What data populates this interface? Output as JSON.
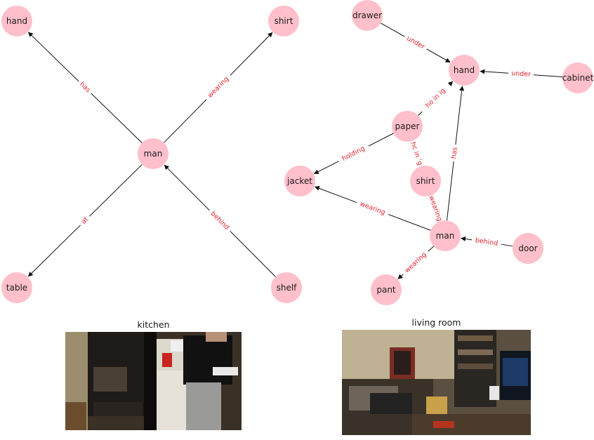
{
  "graph_left": {
    "nodes": [
      {
        "id": "hand",
        "label": "hand"
      },
      {
        "id": "shirt",
        "label": "shirt"
      },
      {
        "id": "man",
        "label": "man"
      },
      {
        "id": "table",
        "label": "table"
      },
      {
        "id": "shelf",
        "label": "shelf"
      }
    ],
    "edges": [
      {
        "from": "man",
        "to": "hand",
        "label": "has"
      },
      {
        "from": "man",
        "to": "shirt",
        "label": "wearing"
      },
      {
        "from": "man",
        "to": "table",
        "label": "at"
      },
      {
        "from": "shelf",
        "to": "man",
        "label": "behind"
      }
    ]
  },
  "graph_right": {
    "nodes": [
      {
        "id": "drawer",
        "label": "drawer"
      },
      {
        "id": "hand",
        "label": "hand"
      },
      {
        "id": "cabinet",
        "label": "cabinet"
      },
      {
        "id": "paper",
        "label": "paper"
      },
      {
        "id": "jacket",
        "label": "jacket"
      },
      {
        "id": "shirt",
        "label": "shirt"
      },
      {
        "id": "man",
        "label": "man"
      },
      {
        "id": "door",
        "label": "door"
      },
      {
        "id": "pant",
        "label": "pant"
      }
    ],
    "edges": [
      {
        "from": "drawer",
        "to": "hand",
        "label": "under"
      },
      {
        "from": "cabinet",
        "to": "hand",
        "label": "under"
      },
      {
        "from": "paper",
        "to": "hand",
        "label": "ho in ig"
      },
      {
        "from": "paper",
        "to": "jacket",
        "label": "holding"
      },
      {
        "from": "paper",
        "to": "shirt",
        "label": "hc in 'g"
      },
      {
        "from": "man",
        "to": "hand",
        "label": "has"
      },
      {
        "from": "man",
        "to": "jacket",
        "label": "wearing"
      },
      {
        "from": "man",
        "to": "shirt",
        "label": "wearing"
      },
      {
        "from": "door",
        "to": "man",
        "label": "behind"
      },
      {
        "from": "man",
        "to": "pant",
        "label": "wearing"
      }
    ]
  },
  "scenes": {
    "left": {
      "caption": "kitchen"
    },
    "right": {
      "caption": "living room"
    }
  },
  "colors": {
    "node_fill": "#ffc0cb",
    "edge_label": "#e8242f",
    "edge_line": "#111111"
  }
}
